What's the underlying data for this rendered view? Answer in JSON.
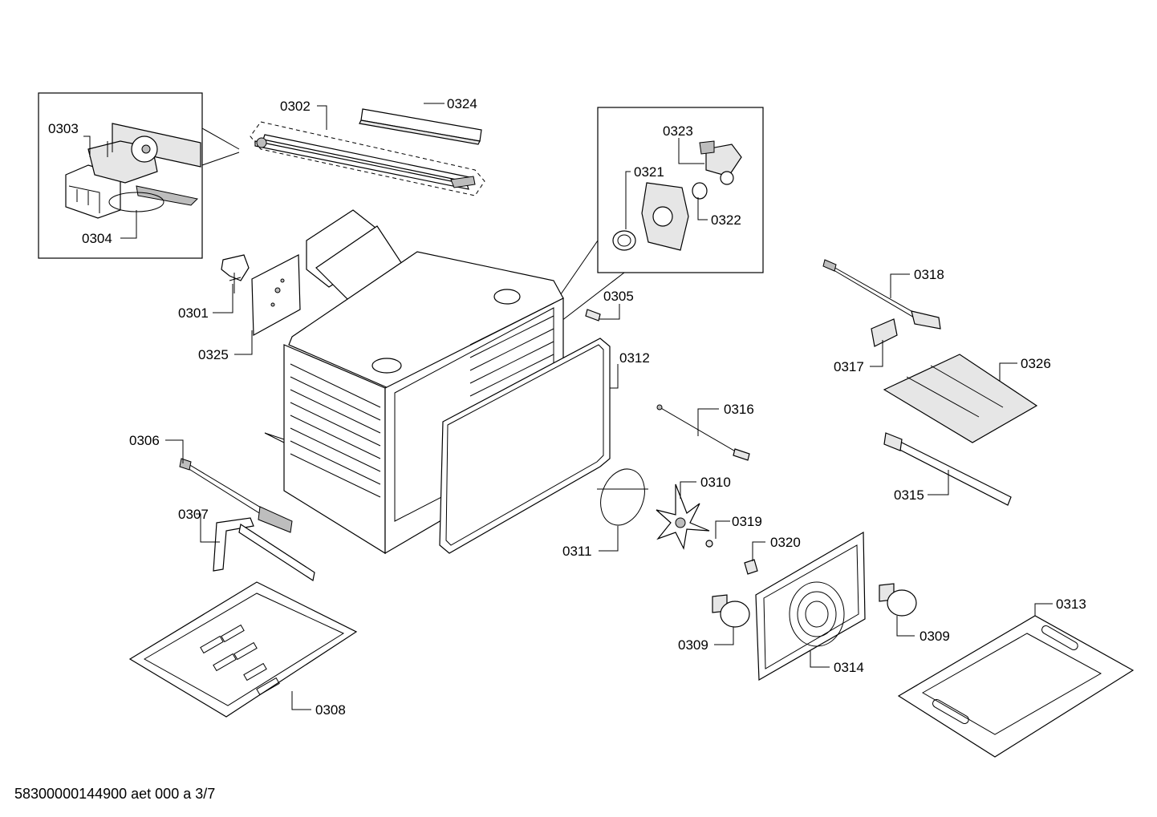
{
  "footer": {
    "document_code": "58300000144900 aet 000 a 3/7"
  },
  "parts": [
    {
      "id": "0301"
    },
    {
      "id": "0302"
    },
    {
      "id": "0303"
    },
    {
      "id": "0304"
    },
    {
      "id": "0305"
    },
    {
      "id": "0306"
    },
    {
      "id": "0307"
    },
    {
      "id": "0308"
    },
    {
      "id": "0309"
    },
    {
      "id": "0309"
    },
    {
      "id": "0310"
    },
    {
      "id": "0311"
    },
    {
      "id": "0312"
    },
    {
      "id": "0313"
    },
    {
      "id": "0314"
    },
    {
      "id": "0315"
    },
    {
      "id": "0316"
    },
    {
      "id": "0317"
    },
    {
      "id": "0318"
    },
    {
      "id": "0319"
    },
    {
      "id": "0320"
    },
    {
      "id": "0321"
    },
    {
      "id": "0322"
    },
    {
      "id": "0323"
    },
    {
      "id": "0324"
    },
    {
      "id": "0325"
    },
    {
      "id": "0326"
    }
  ]
}
